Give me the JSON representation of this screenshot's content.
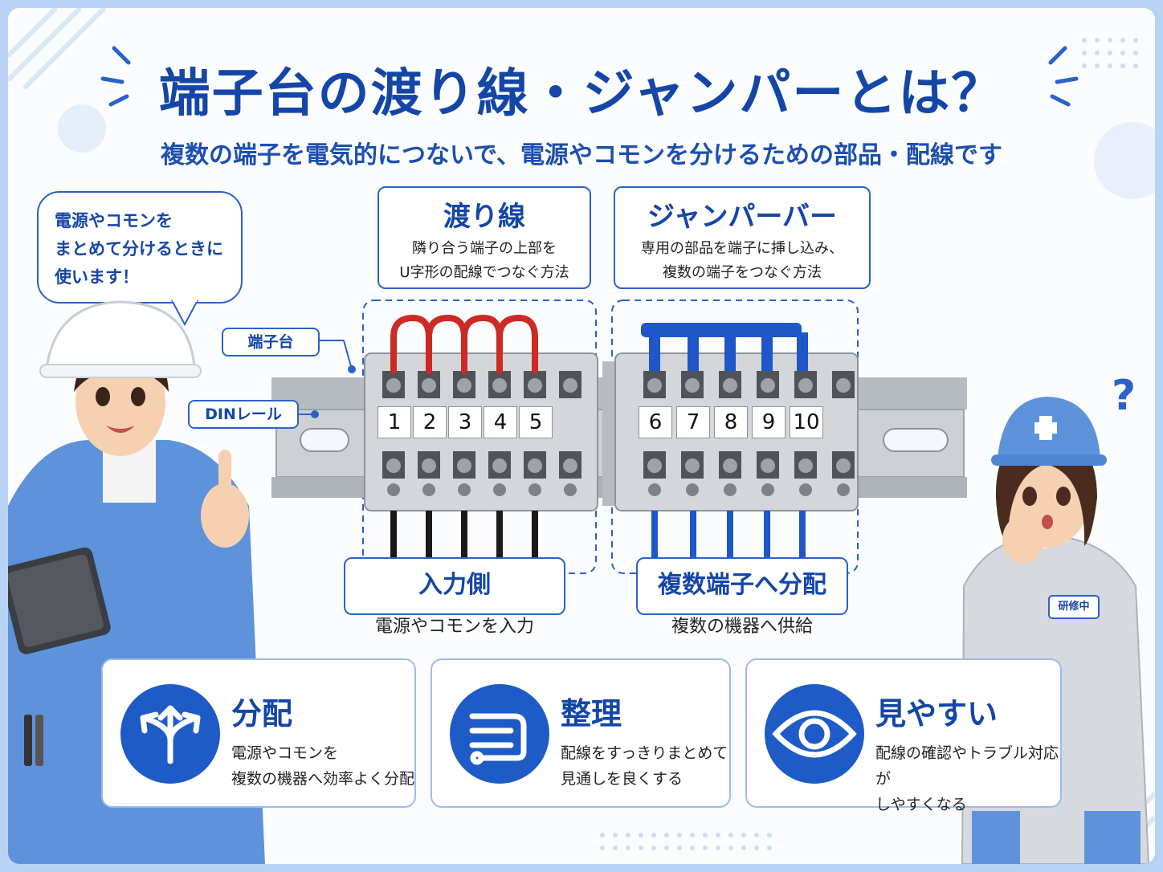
{
  "title": "端子台の渡り線・ジャンパーとは？",
  "subtitle": "複数の端子を電気的につないで、電源やコモンを分けるための部品・配線です",
  "bubble": {
    "line1": "電源やコモンを",
    "line2": "まとめて分けるときに",
    "line3": "使います！"
  },
  "watari": {
    "title": "渡り線",
    "desc1": "隣り合う端子の上部を",
    "desc2": "U字形の配線でつなぐ方法"
  },
  "jumper": {
    "title": "ジャンパーバー",
    "desc1": "専用の部品を端子に挿し込み、",
    "desc2": "複数の端子をつなぐ方法"
  },
  "labels": {
    "terminal_block": "端子台",
    "din_rail": "DINレール",
    "badge": "研修中"
  },
  "terminals_left": [
    "1",
    "2",
    "3",
    "4",
    "5"
  ],
  "terminals_right": [
    "6",
    "7",
    "8",
    "9",
    "10"
  ],
  "input_side": {
    "title": "入力側",
    "desc": "電源やコモンを入力"
  },
  "distribute_side": {
    "title": "複数端子へ分配",
    "desc": "複数の機器へ供給"
  },
  "features": [
    {
      "title": "分配",
      "desc1": "電源やコモンを",
      "desc2": "複数の機器へ効率よく分配",
      "icon": "split-arrows-icon"
    },
    {
      "title": "整理",
      "desc1": "配線をすっきりまとめて",
      "desc2": "見通しを良くする",
      "icon": "organized-wiring-icon"
    },
    {
      "title": "見やすい",
      "desc1": "配線の確認やトラブル対応が",
      "desc2": "しやすくなる",
      "icon": "eye-icon"
    }
  ],
  "colors": {
    "primary": "#1446a8",
    "accent": "#1e5bc6",
    "red_wire": "#cc2a24",
    "blue_wire": "#1f56c8",
    "black_wire": "#1a1a1a"
  }
}
